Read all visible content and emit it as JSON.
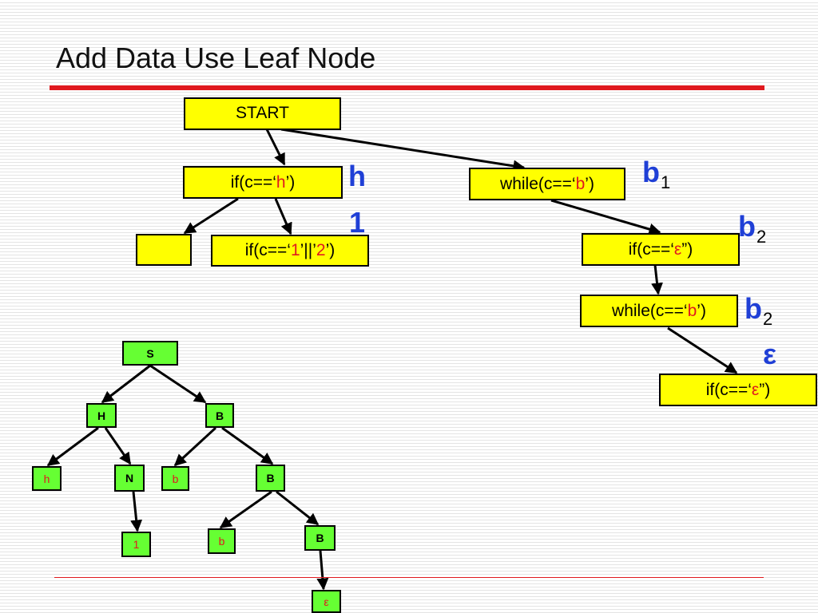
{
  "slide": {
    "title": "Add Data Use Leaf Node"
  },
  "flow": {
    "start": "START",
    "if_h": {
      "pre": "if(c==‘",
      "val": "h",
      "post": "’)"
    },
    "while_b1": {
      "pre": "while(c==‘",
      "val": "b",
      "post": "’)"
    },
    "empty": "",
    "if_12": {
      "pre": "if(c==‘",
      "v1": "1",
      "mid": "’||’",
      "v2": "2",
      "post": "’)"
    },
    "if_eps1": {
      "pre": "if(c==‘",
      "val": "ε",
      "post": "”)"
    },
    "while_b2": {
      "pre": "while(c==‘",
      "val": "b",
      "post": "’)"
    },
    "if_eps2": {
      "pre": "if(c==‘",
      "val": "ε",
      "post": "”)"
    }
  },
  "labels": {
    "h": "h",
    "one": "1",
    "b1": {
      "sym": "b",
      "sub": "1"
    },
    "b2a": {
      "sym": "b",
      "sub": "2"
    },
    "b2b": {
      "sym": "b",
      "sub": "2"
    },
    "eps": "ε"
  },
  "tree": {
    "S": "S",
    "H": "H",
    "B1": "B",
    "h": "h",
    "N": "N",
    "b1": "b",
    "B2": "B",
    "one": "1",
    "b2": "b",
    "B3": "B",
    "eps": "ε"
  },
  "colors": {
    "flow_box": "#ffff00",
    "tree_node": "#66ff33",
    "label_blue": "#1f3fd6",
    "accent_red": "#e0191e"
  }
}
